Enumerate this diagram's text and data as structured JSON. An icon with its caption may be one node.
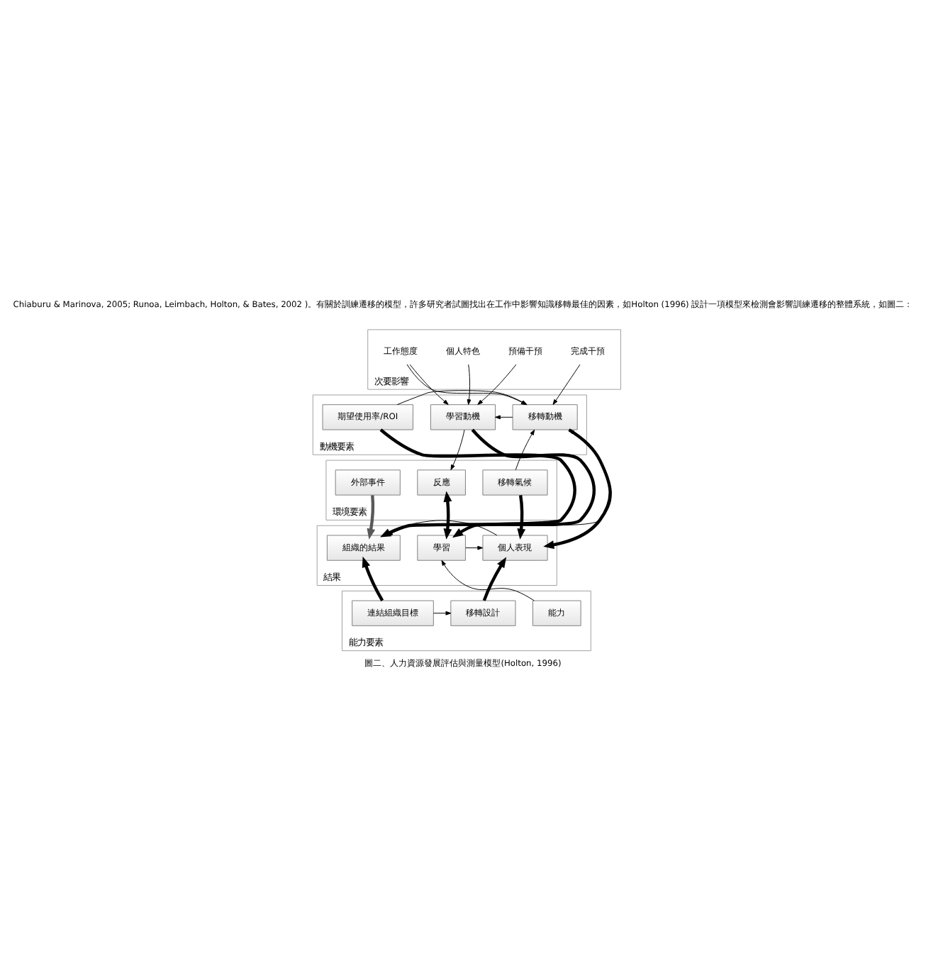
{
  "diagram": {
    "caption": "圖二、人力資源發展評估與測量模型(Holton, 1996)",
    "nodes": [
      {
        "text": [
          "次要影響"
        ]
      },
      {
        "text": [
          "個人特色"
        ],
        "in": 0
      },
      {
        "text": [
          "預備干預"
        ],
        "in": 0
      },
      {
        "text": [
          "工作態度"
        ],
        "in": 0
      },
      {
        "text": [
          "完成干預"
        ],
        "in": 0
      },
      {
        "text": [
          "動機要素"
        ]
      },
      {
        "text": [
          "學習動機"
        ],
        "in": 5
      },
      {
        "text": [
          "移轉動機"
        ],
        "in": 5
      },
      {
        "text": [
          "期望使用率/ROI"
        ],
        "in": 5
      },
      {
        "text": [
          "環境要素"
        ]
      },
      {
        "text": [
          "反應"
        ],
        "in": 9
      },
      {
        "text": [
          "移轉氣候"
        ],
        "in": 9
      },
      {
        "text": [
          "外部事件"
        ],
        "in": 9
      },
      {
        "text": [
          "結果"
        ]
      },
      {
        "text": [
          "學習"
        ],
        "in": 13
      },
      {
        "text": [
          "個人表現"
        ],
        "in": 13
      },
      {
        "text": [
          "組織的結果"
        ],
        "in": 13
      },
      {
        "text": [
          "能力要素"
        ]
      },
      {
        "text": [
          "能力"
        ],
        "in": 17
      },
      {
        "text": [
          "移轉設計"
        ],
        "in": 17
      },
      {
        "text": [
          "連結組織目標"
        ],
        "in": 17
      }
    ],
    "edges": [
      {
        "from": 1,
        "to": 6,
        "arrow": "to"
      },
      {
        "from": 2,
        "to": 6,
        "arrow": "to"
      },
      {
        "from": 3,
        "to": 6,
        "arrow": "to"
      },
      {
        "from": 3,
        "to": 7,
        "arrow": "to"
      },
      {
        "from": 4,
        "to": 7,
        "arrow": "to"
      },
      {
        "from": 7,
        "to": 6,
        "arrow": "to"
      },
      {
        "from": 8,
        "to": 7,
        "arrow": "to"
      },
      {
        "from": 6,
        "to": 10,
        "arrow": "to"
      },
      {
        "from": 6,
        "to": 14,
        "arrow": "to",
        "style": "thick"
      },
      {
        "from": 10,
        "to": 14,
        "arrow": "both",
        "style": "thick"
      },
      {
        "from": 14,
        "to": 7,
        "arrow": "to"
      },
      {
        "from": 7,
        "to": 15,
        "arrow": "to",
        "style": "thick"
      },
      {
        "from": 11,
        "to": 7,
        "arrow": "to"
      },
      {
        "from": 11,
        "to": 15,
        "arrow": "to",
        "style": "thick"
      },
      {
        "from": 8,
        "to": 16,
        "arrow": "to",
        "style": "thick"
      },
      {
        "from": 12,
        "to": 16,
        "arrow": "to",
        "style": "thick",
        "color": "#595959"
      },
      {
        "from": 14,
        "to": 15,
        "arrow": "to"
      },
      {
        "from": 15,
        "to": 16,
        "arrow": "to"
      },
      {
        "from": 18,
        "to": 14,
        "arrow": "to"
      },
      {
        "from": 19,
        "to": 15,
        "arrow": "to",
        "style": "thick"
      },
      {
        "from": 20,
        "to": 16,
        "arrow": "to",
        "style": "thick"
      },
      {
        "from": 20,
        "to": 19,
        "arrow": "to"
      }
    ],
    "labels": [
      "Chiaburu & Marinova, 2005; Runoa, Leimbach, Holton, & Bates, 2002 )。有關於訓練遷移的模型，許多研究者試圖找出在工作中影響知識移轉最佳的因素，如Holton (1996) 設計一項模型來檢測會影響訓練遷移的整體系統，如圖二："
    ]
  }
}
